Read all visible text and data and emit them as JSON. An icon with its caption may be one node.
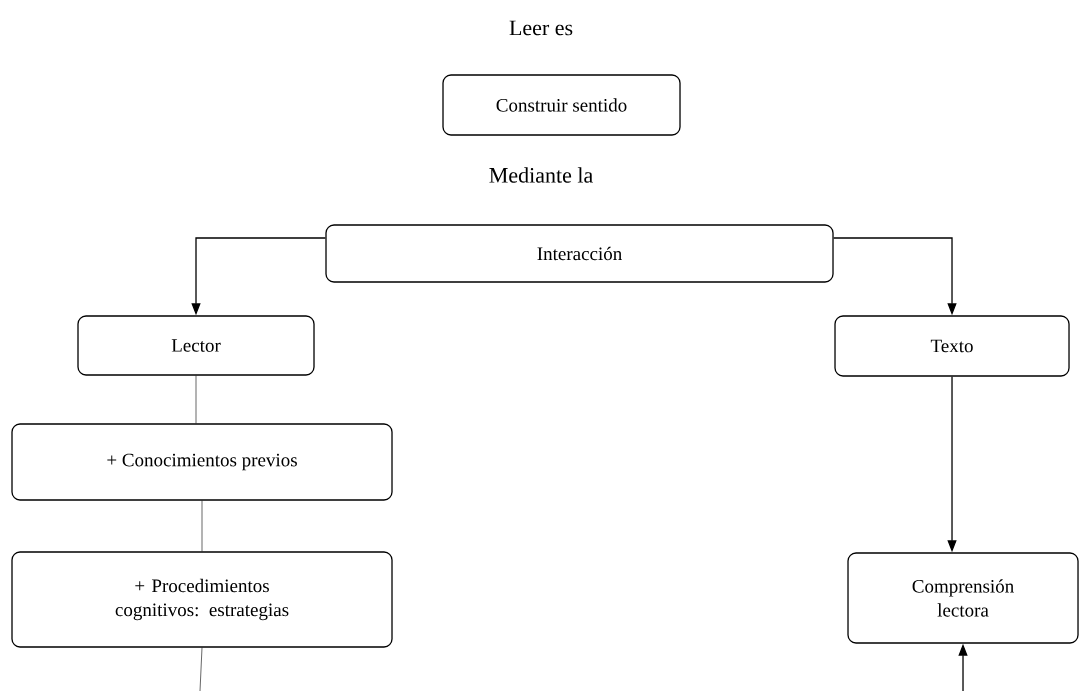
{
  "diagram": {
    "title": "Leer es",
    "nodes": [
      {
        "text": [
          "Construir sentido"
        ]
      },
      {
        "text": [
          "Interacción"
        ]
      },
      {
        "text": [
          "Lector"
        ]
      },
      {
        "text": [
          "+ Conocimientos previos"
        ]
      },
      {
        "text": [
          "+ Procedimientos cognitivos: estrategias"
        ]
      },
      {
        "text": [
          "Texto"
        ]
      },
      {
        "text": [
          "Comprensión lectora"
        ]
      }
    ],
    "edges": [
      {
        "from": 1,
        "to": 2,
        "arrow": "to"
      },
      {
        "from": 1,
        "to": 5,
        "arrow": "to"
      },
      {
        "from": 2,
        "to": 3,
        "arrow": "none"
      },
      {
        "from": 3,
        "to": 4,
        "arrow": "none"
      },
      {
        "from": 4,
        "to": null,
        "arrow": "none"
      },
      {
        "from": 5,
        "to": 6,
        "arrow": "to"
      },
      {
        "from": null,
        "to": 6,
        "arrow": "to"
      }
    ],
    "labels": [
      "Mediante la"
    ]
  }
}
